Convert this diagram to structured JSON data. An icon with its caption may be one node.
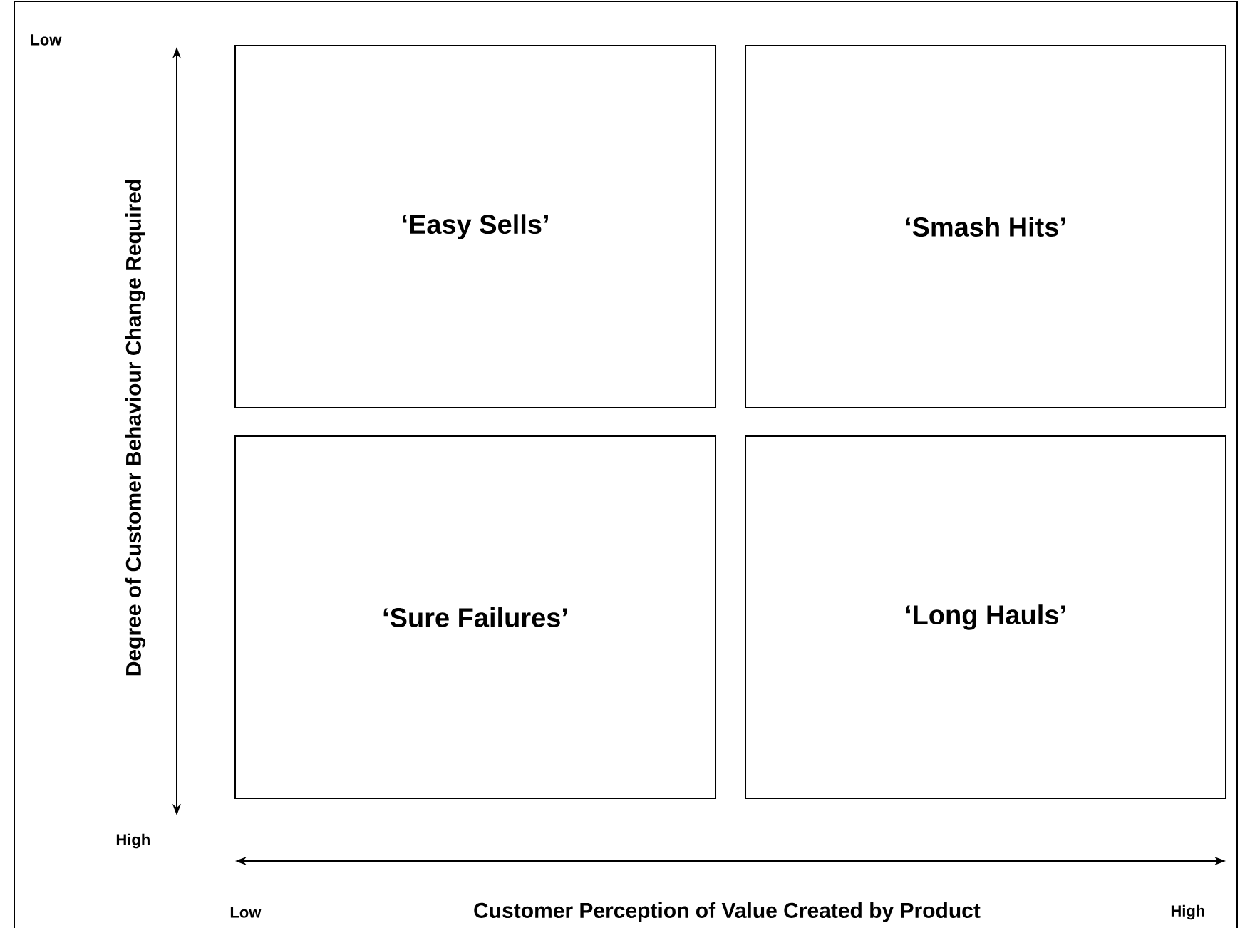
{
  "diagram": {
    "nodes": [
      {
        "text": [
          "‘Easy Sells’"
        ]
      },
      {
        "text": [
          "‘Smash Hits’"
        ]
      },
      {
        "text": [
          "‘Sure Failures’"
        ]
      },
      {
        "text": [
          "‘Long Hauls’"
        ]
      }
    ],
    "labels": [
      "Low",
      "Degree of Customer Behaviour Change Required",
      "High",
      "Low",
      "Customer Perception of Value Created by Product",
      "High"
    ]
  }
}
